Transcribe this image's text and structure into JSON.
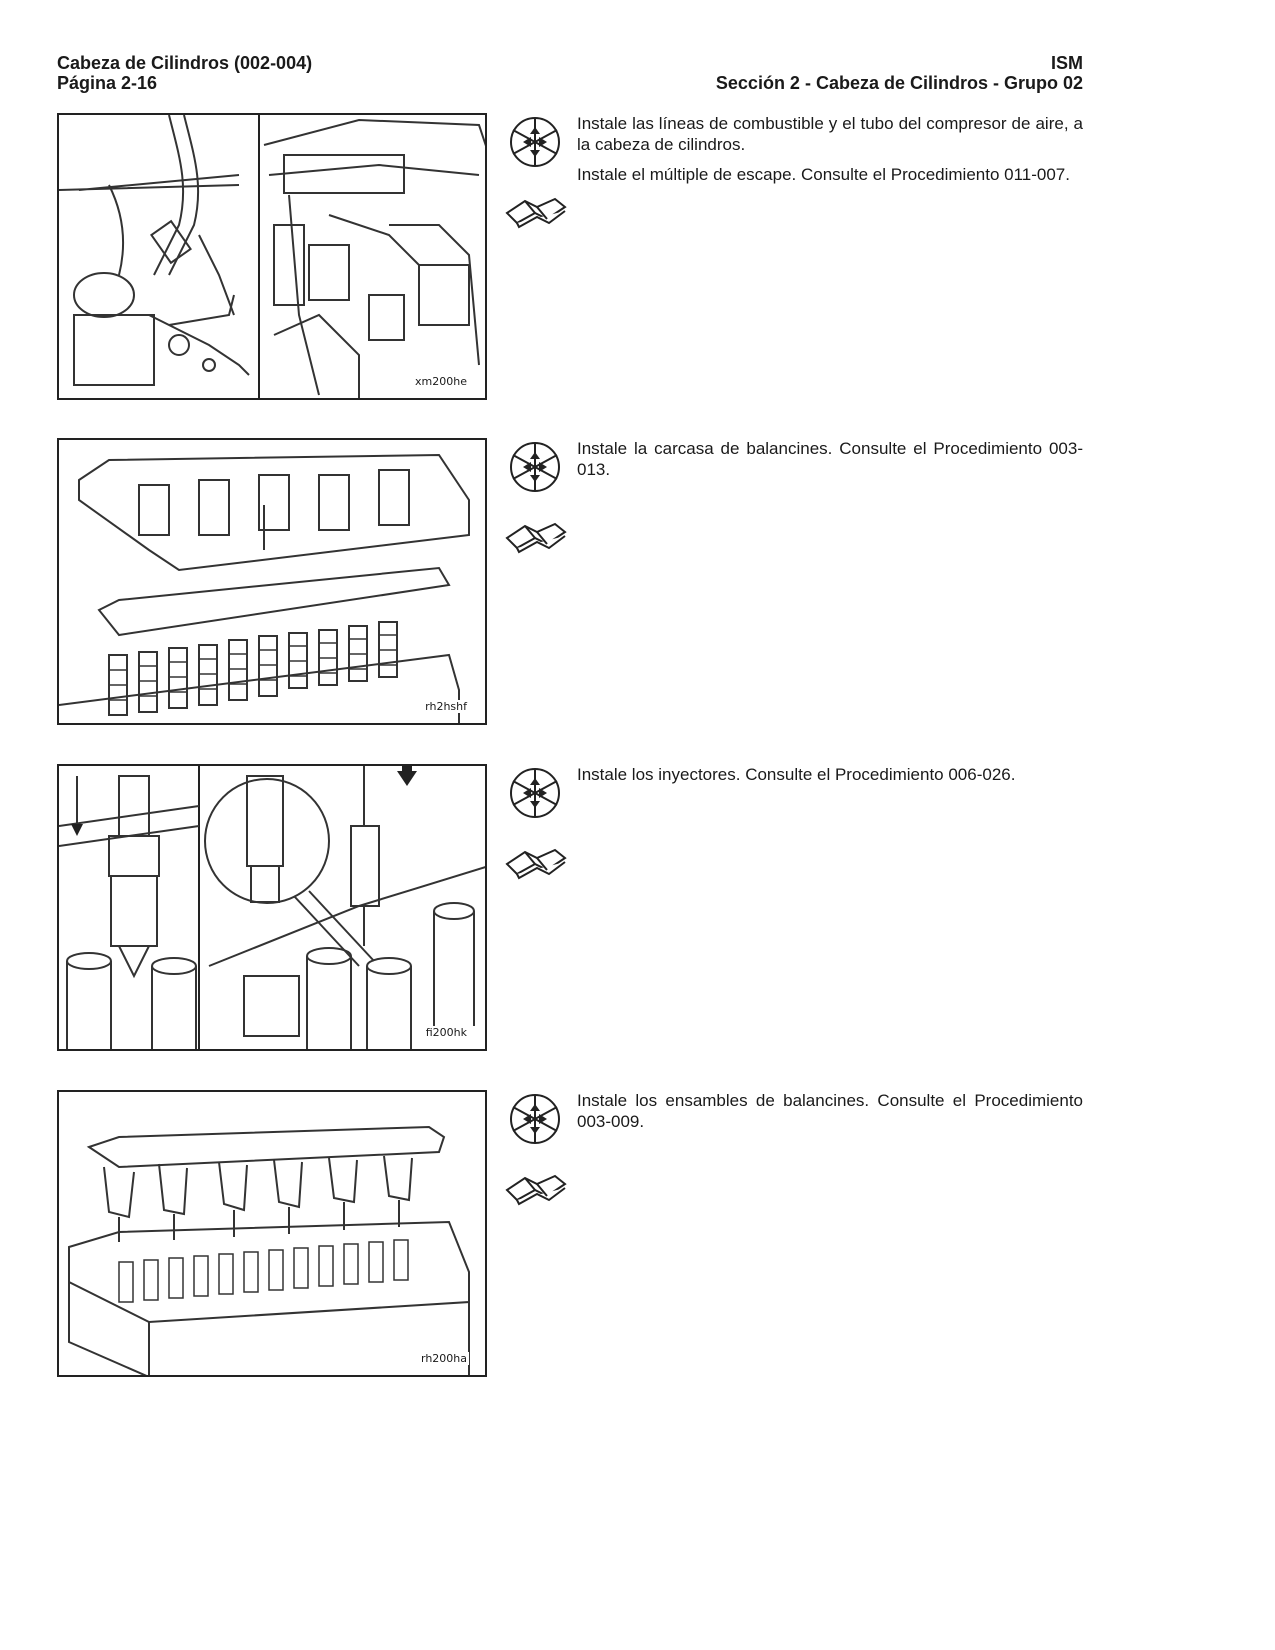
{
  "header": {
    "left_line1": "Cabeza de Cilindros (002-004)",
    "left_line2": "Página 2-16",
    "right_line1": "ISM",
    "right_line2": "Sección 2 - Cabeza de Cilindros - Grupo 02"
  },
  "steps": [
    {
      "figure_code": "xm200he",
      "paragraphs": [
        "Instale las líneas de combustible y el tubo del compresor de aire, a la cabeza de cilindros.",
        "Instale el múltiple de escape. Consulte el Procedimiento 011-007."
      ],
      "icons": [
        "install-icon",
        "service-manual-icon"
      ]
    },
    {
      "figure_code": "rh2hshf",
      "paragraphs": [
        "Instale la carcasa de balancines. Consulte el Procedimiento 003-013."
      ],
      "icons": [
        "install-icon",
        "service-manual-icon"
      ]
    },
    {
      "figure_code": "fi200hk",
      "paragraphs": [
        "Instale los inyectores. Consulte el Procedimiento 006-026."
      ],
      "icons": [
        "install-icon",
        "service-manual-icon"
      ]
    },
    {
      "figure_code": "rh200ha",
      "paragraphs": [
        "Instale los ensambles de balancines. Consulte el Procedimiento 003-009."
      ],
      "icons": [
        "install-icon",
        "service-manual-icon"
      ]
    }
  ]
}
